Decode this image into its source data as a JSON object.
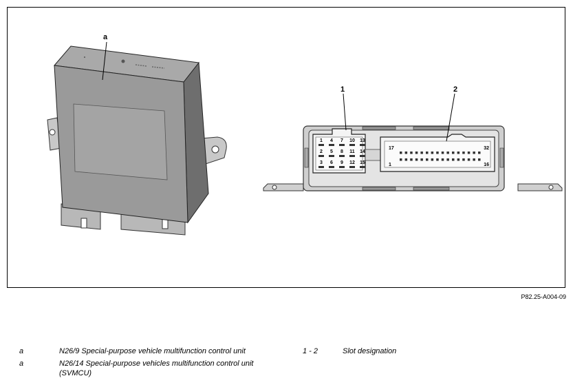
{
  "figure": {
    "callouts": {
      "a": "a",
      "one": "1",
      "two": "2"
    },
    "connector1_pins": [
      "1",
      "4",
      "7",
      "10",
      "13",
      "2",
      "5",
      "8",
      "11",
      "14",
      "3",
      "6",
      "9",
      "12",
      "15"
    ],
    "connector2_pins": {
      "top_left": "17",
      "top_right": "32",
      "bottom_left": "1",
      "bottom_right": "16"
    },
    "code": "P82.25-A004-09"
  },
  "legend": {
    "rows": [
      {
        "key": "a",
        "text": "N26/9 Special-purpose vehicle multifunction control unit"
      },
      {
        "key": "a",
        "text": "N26/14 Special-purpose vehicles multifunction control unit (SVMCU)"
      }
    ],
    "right": {
      "key": "1 - 2",
      "text": "Slot designation"
    }
  }
}
